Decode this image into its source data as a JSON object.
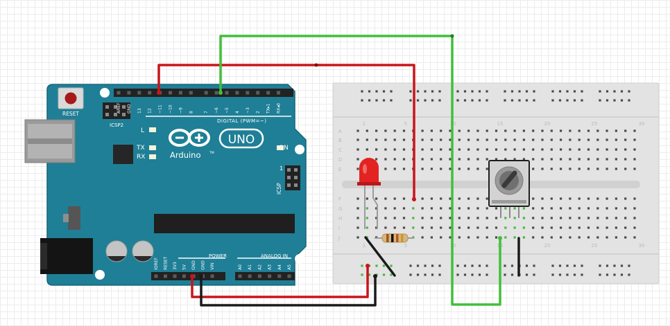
{
  "arduino": {
    "reset_label": "RESET",
    "icsp2_label": "ICSP2",
    "icsp_label": "ICSP",
    "logo_text": "Arduino",
    "logo_tm": "TM",
    "uno_badge": "UNO",
    "digital_label": "DIGITAL (PWM=~)",
    "power_label": "POWER",
    "analog_label": "ANALOG IN",
    "on_label": "ON",
    "l_label": "L",
    "tx_label": "TX",
    "rx_label": "RX",
    "icsp_pin1": "1",
    "digital_pins": [
      "AREF",
      "GND",
      "13",
      "12",
      "~11",
      "~10",
      "~9",
      "8",
      "7",
      "~6",
      "~5",
      "4",
      "~3",
      "2",
      "TX▸1",
      "RX◂0"
    ],
    "power_pins": [
      "IOREF",
      "RESET",
      "3V3",
      "5V",
      "GND",
      "GND",
      "VIN"
    ],
    "analog_pins": [
      "A0",
      "A1",
      "A2",
      "A3",
      "A4",
      "A5"
    ],
    "colors": {
      "board": "#1f7f96",
      "board_edge": "#16657a"
    }
  },
  "breadboard": {
    "row_labels_top": [
      "A",
      "B",
      "C",
      "D",
      "E"
    ],
    "row_labels_bottom": [
      "F",
      "G",
      "H",
      "I",
      "J"
    ],
    "column_labels": [
      "1",
      "5",
      "10",
      "15",
      "20",
      "25",
      "30"
    ],
    "colors": {
      "body": "#e3e3e3",
      "hole": "#4a4a4a",
      "connected": "#49b648"
    }
  },
  "components": {
    "led": {
      "color": "#e32321"
    },
    "resistor": {
      "bands": [
        "#9c5a1a",
        "#111111",
        "#b55a16",
        "#c79a2a"
      ]
    },
    "potentiometer": {
      "knob_color": "#6f6f6f"
    }
  },
  "wires": {
    "colors": {
      "red": "#c8151b",
      "green": "#41bf3a",
      "black": "#1a1a1a"
    }
  }
}
